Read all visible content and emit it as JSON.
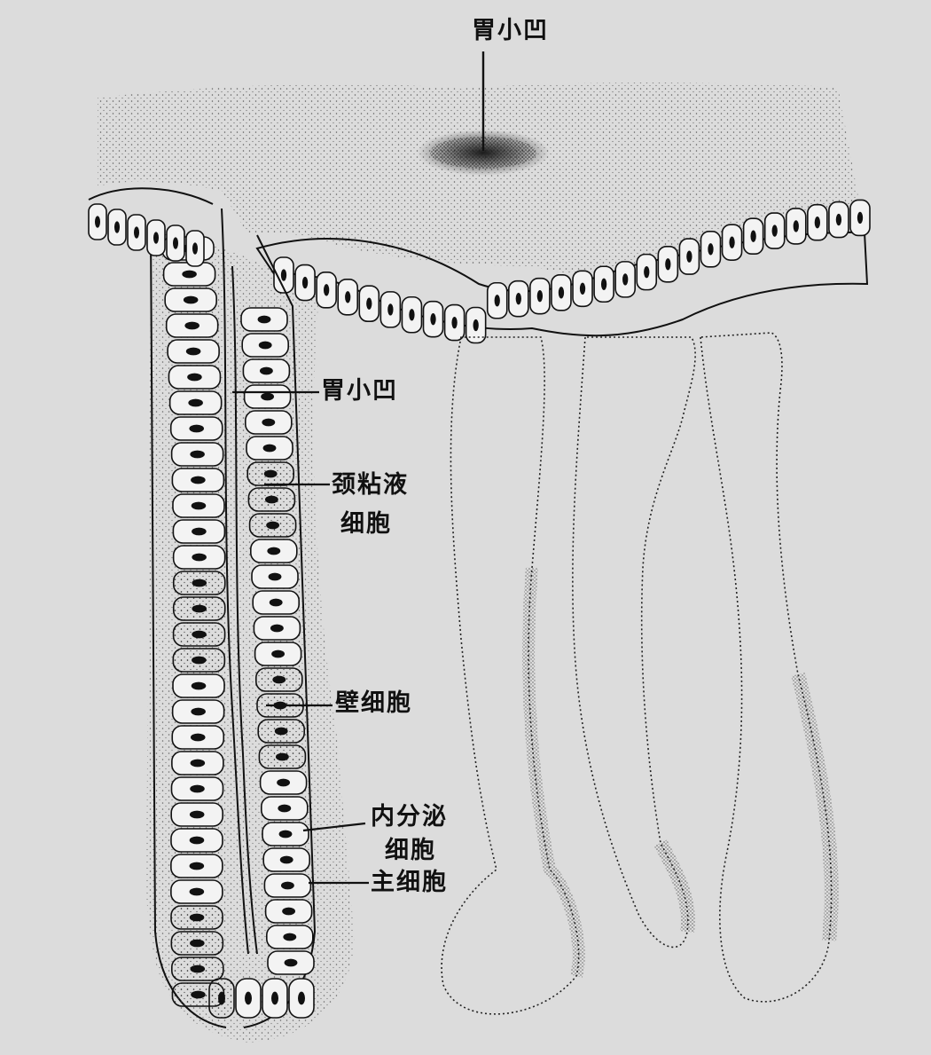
{
  "figure": {
    "labels": {
      "pit_top": "胃小凹",
      "pit_side": "胃小凹",
      "neck_mucous_line1": "颈粘液",
      "neck_mucous_line2": "细胞",
      "parietal": "壁细胞",
      "endocrine_line1": "内分泌",
      "endocrine_line2": "细胞",
      "chief": "主细胞"
    }
  },
  "colors": {
    "background": "#dcdcdc",
    "ink": "#111111",
    "cell_fill": "#f3f3f3"
  }
}
